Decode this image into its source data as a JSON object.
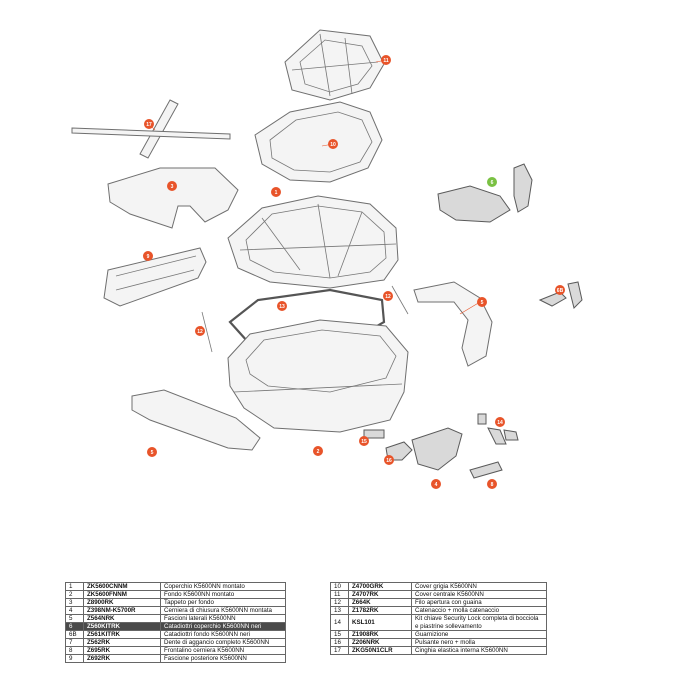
{
  "callouts": [
    {
      "label": "11",
      "color": "#e8542a"
    },
    {
      "label": "17",
      "color": "#e8542a"
    },
    {
      "label": "10",
      "color": "#e8542a"
    },
    {
      "label": "3",
      "color": "#e8542a"
    },
    {
      "label": "1",
      "color": "#e8542a"
    },
    {
      "label": "6",
      "color": "#7ac143"
    },
    {
      "label": "9",
      "color": "#e8542a"
    },
    {
      "label": "13",
      "color": "#e8542a"
    },
    {
      "label": "12",
      "color": "#e8542a"
    },
    {
      "label": "12",
      "color": "#e8542a"
    },
    {
      "label": "5",
      "color": "#e8542a"
    },
    {
      "label": "6B",
      "color": "#e8542a"
    },
    {
      "label": "2",
      "color": "#e8542a"
    },
    {
      "label": "5",
      "color": "#e8542a"
    },
    {
      "label": "15",
      "color": "#e8542a"
    },
    {
      "label": "16",
      "color": "#e8542a"
    },
    {
      "label": "14",
      "color": "#e8542a"
    },
    {
      "label": "4",
      "color": "#e8542a"
    },
    {
      "label": "8",
      "color": "#e8542a"
    }
  ],
  "parts_left": [
    {
      "num": "1",
      "code": "ZK5600CNNM",
      "desc": "Coperchio K5600NN montato"
    },
    {
      "num": "2",
      "code": "ZK5600FNNM",
      "desc": "Fondo K5600NN montato"
    },
    {
      "num": "3",
      "code": "Z8900RK",
      "desc": "Tappeto per fondo"
    },
    {
      "num": "4",
      "code": "Z398NM-K5700R",
      "desc": "Cerniera di chiusura K5600NN montata"
    },
    {
      "num": "5",
      "code": "Z564NRK",
      "desc": "Fascioni laterali K5600NN"
    },
    {
      "num": "6",
      "code": "Z560KITRK",
      "desc": "Catadiottri coperchio K5600NN neri",
      "highlight": true
    },
    {
      "num": "6B",
      "code": "Z561KITRK",
      "desc": "Catadiottri fondo K5600NN neri"
    },
    {
      "num": "7",
      "code": "Z562RK",
      "desc": "Dente di aggancio completo K5600NN"
    },
    {
      "num": "8",
      "code": "Z695RK",
      "desc": "Frontalino cerniera K5600NN"
    },
    {
      "num": "9",
      "code": "Z692RK",
      "desc": "Fascione posteriore K5600NN"
    }
  ],
  "parts_right": [
    {
      "num": "10",
      "code": "Z4700GRK",
      "desc": "Cover grigia K5600NN"
    },
    {
      "num": "11",
      "code": "Z4707RK",
      "desc": "Cover centrale K5600NN"
    },
    {
      "num": "12",
      "code": "Z664K",
      "desc": "Filo apertura con guaina"
    },
    {
      "num": "13",
      "code": "Z1782RK",
      "desc": "Catenaccio + molla catenaccio"
    },
    {
      "num": "14",
      "code": "KSL101",
      "desc": "Kit chiave Security Lock completa di bocciola e piastrine sollevamento"
    },
    {
      "num": "15",
      "code": "Z1908RK",
      "desc": "Guarnizione"
    },
    {
      "num": "16",
      "code": "Z206NRK",
      "desc": "Pulsante nero + molla"
    },
    {
      "num": "17",
      "code": "ZKG50N1CLR",
      "desc": "Cinghia elastica interna K5600NN"
    }
  ]
}
